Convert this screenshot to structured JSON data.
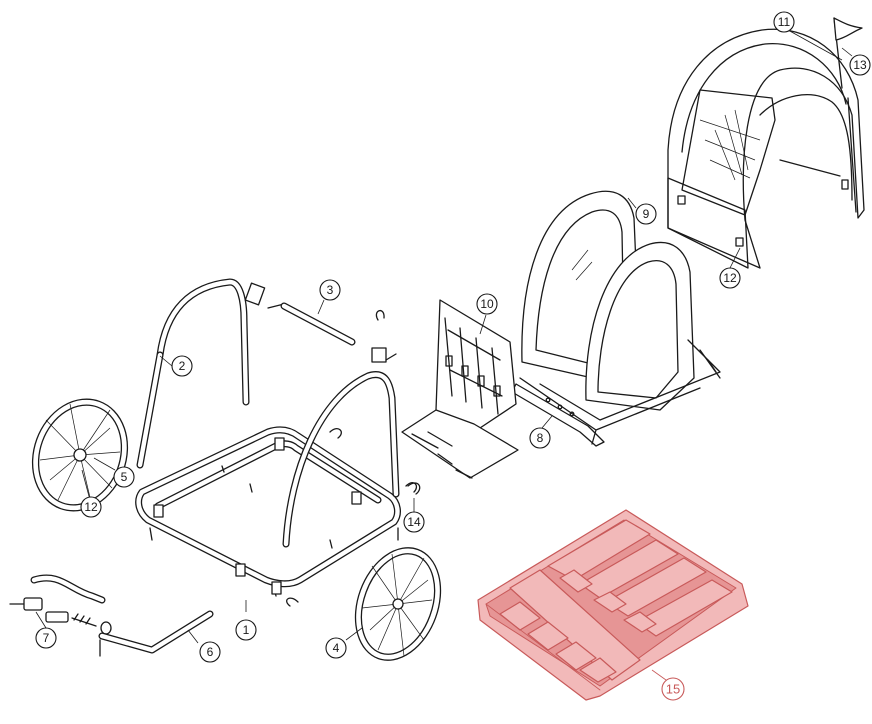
{
  "callouts": {
    "c1": "1",
    "c2": "2",
    "c3": "3",
    "c4": "4",
    "c5": "5",
    "c6": "6",
    "c7": "7",
    "c8": "8",
    "c9": "9",
    "c10": "10",
    "c11": "11",
    "c12a": "12",
    "c12b": "12",
    "c13": "13",
    "c14": "14",
    "c15": "15"
  },
  "colors": {
    "line": "#1a1a1a",
    "highlight_fill": "#f2b9b9",
    "highlight_stroke": "#c85a5a"
  }
}
